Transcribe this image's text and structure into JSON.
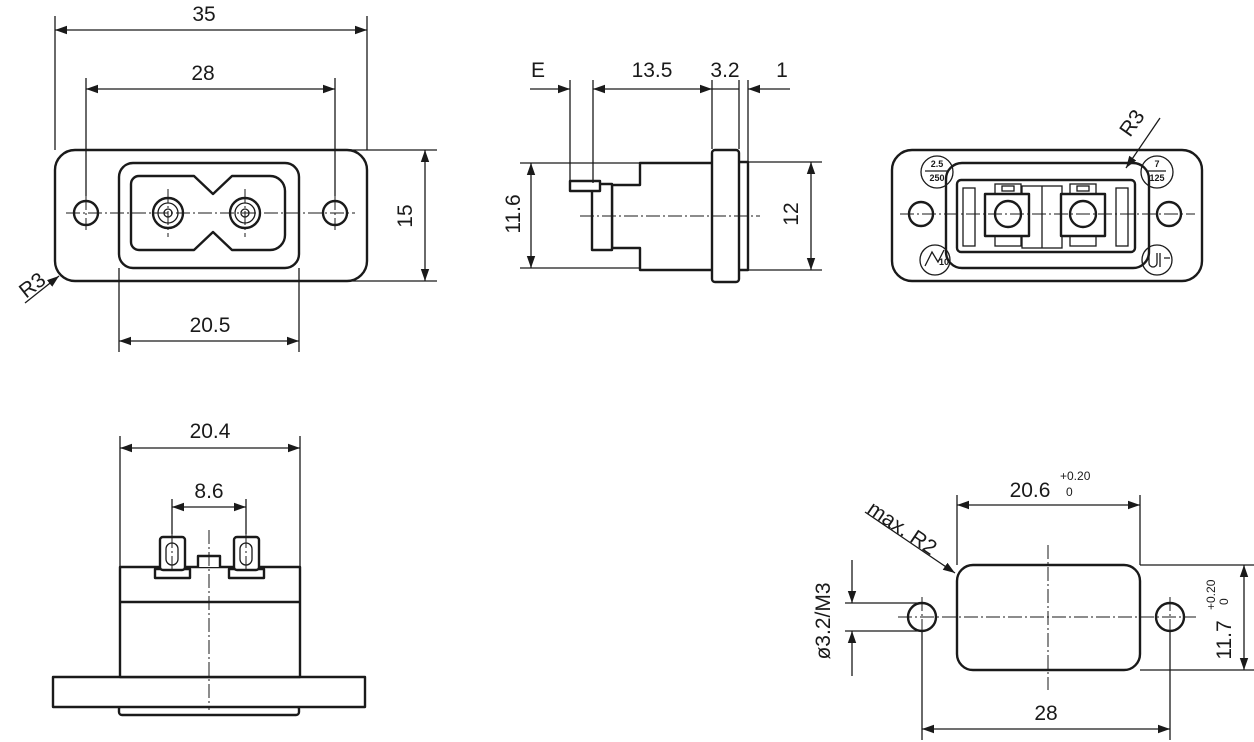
{
  "front_view": {
    "dim_total_width": "35",
    "dim_hole_spacing": "28",
    "dim_height": "15",
    "dim_opening_width": "20.5",
    "radius": "R3"
  },
  "side_view": {
    "dim_e": "E",
    "dim_body_length": "13.5",
    "dim_flange_thickness": "3.2",
    "dim_lip": "1",
    "dim_body_height": "11.6",
    "dim_flange_height": "12"
  },
  "rear_view": {
    "radius": "R3",
    "mark_top_left_top": "2.5",
    "mark_top_left_bottom": "250",
    "mark_top_right_top": "7",
    "mark_top_right_bottom": "125",
    "mark_bottom_left": "10"
  },
  "bottom_view": {
    "dim_width": "20.4",
    "dim_pin_spacing": "8.6"
  },
  "panel_cutout": {
    "dim_cutout_width": "20.6",
    "tol_width_upper": "+0.20",
    "tol_width_lower": "0",
    "dim_cutout_height": "11.7",
    "tol_height_upper": "+0.20",
    "tol_height_lower": "0",
    "corner_radius": "max. R2",
    "hole_diameter": "ø3.2/M3",
    "dim_hole_spacing": "28"
  }
}
